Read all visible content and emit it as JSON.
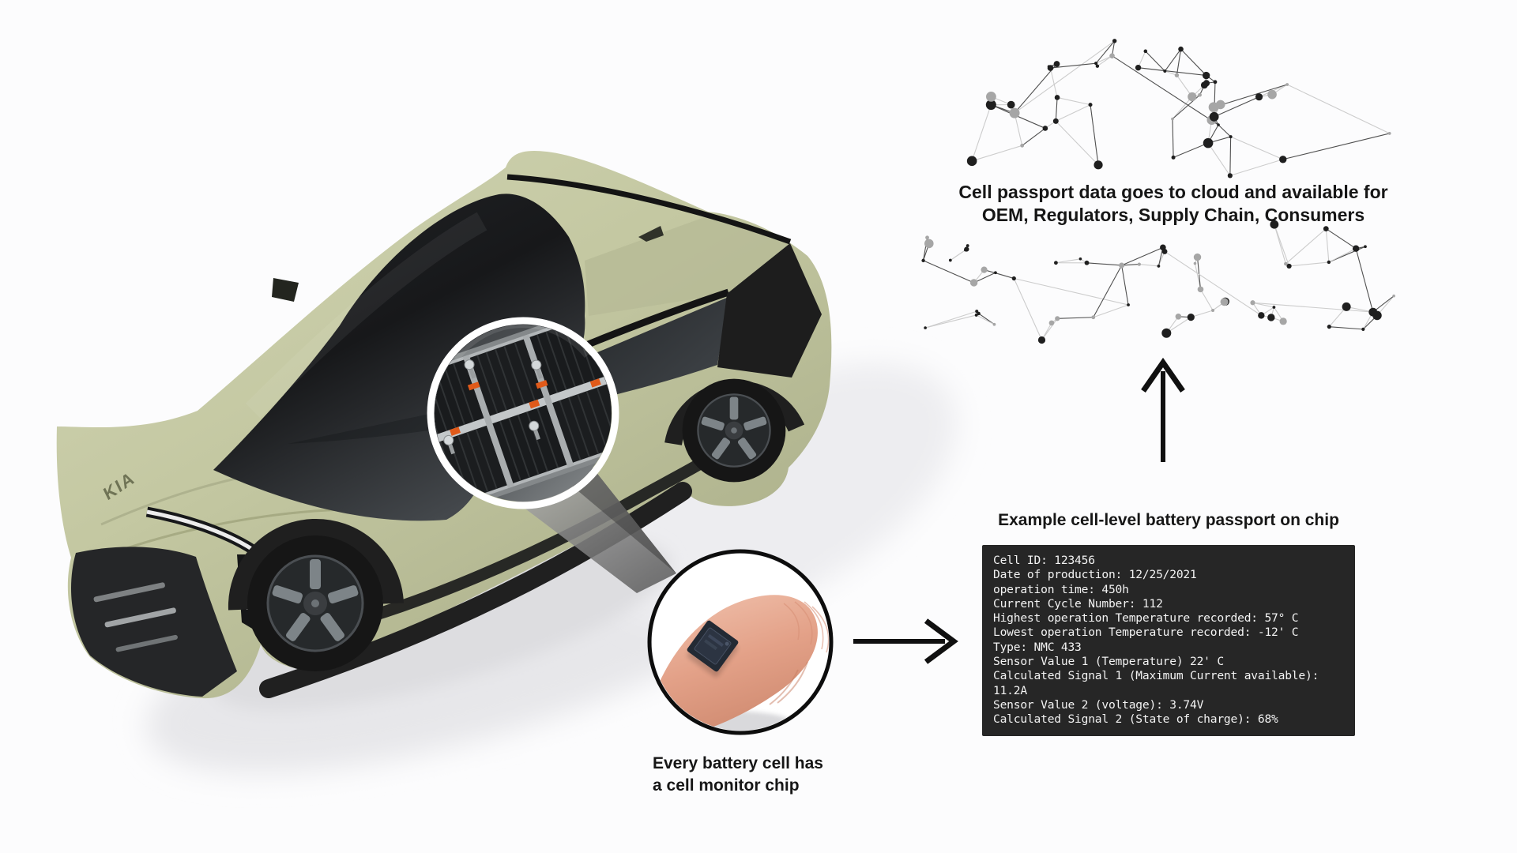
{
  "figure": {
    "cloud_caption": {
      "line1": "Cell passport data goes to cloud and available for",
      "line2": "OEM, Regulators, Supply Chain, Consumers"
    },
    "passport": {
      "title": "Example cell-level battery passport on chip",
      "lines": [
        "Cell ID: 123456",
        "Date of production: 12/25/2021",
        "operation time: 450h",
        "Current Cycle Number: 112",
        "Highest operation Temperature recorded: 57° C",
        "Lowest operation Temperature recorded: -12' C",
        "Type: NMC 433",
        "Sensor Value 1 (Temperature) 22' C",
        "Calculated Signal 1 (Maximum Current available):",
        "11.2A",
        "Sensor Value 2 (voltage): 3.74V",
        "Calculated Signal 2 (State of charge): 68%"
      ]
    },
    "chip_caption": {
      "line1": "Every battery cell has",
      "line2": "a cell monitor chip"
    },
    "vehicle_brand": "KIA"
  },
  "colors": {
    "body_green": "#c4c8a2",
    "glass_dark": "#1b1d1f",
    "terminal_bg": "#262626",
    "terminal_text": "#f3f3f3",
    "accent_orange": "#e05a1a",
    "network_node_dark": "#1f1f1f",
    "network_node_gray": "#a6a6a6",
    "ink": "#141414"
  }
}
